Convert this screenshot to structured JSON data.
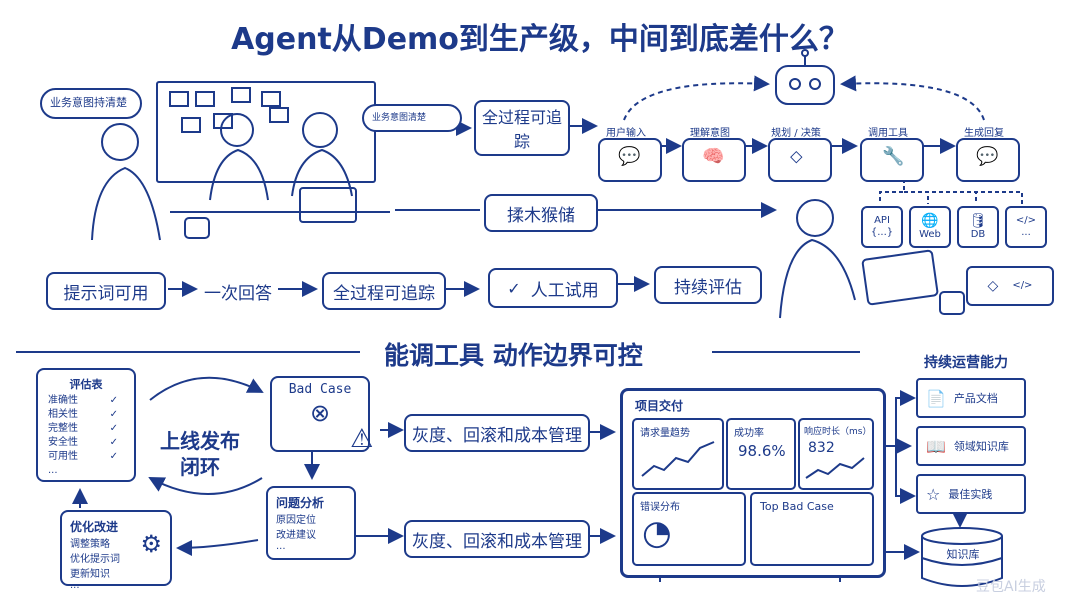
{
  "title": "Agent从Demo到生产级，中间到底差什么？",
  "sections": {
    "middle": "能调工具   动作边界可控"
  },
  "top_left": {
    "bubble_left": "业务意图持清楚",
    "bubble_middle": "业务意图清楚",
    "box_trace": "全过程可追踪",
    "box_blurry": "揉木猴储"
  },
  "flow_nodes": [
    {
      "label": "用户输入",
      "icon": "chat-icon"
    },
    {
      "label": "理解意图",
      "icon": "brain-icon"
    },
    {
      "label": "规划 / 决策",
      "icon": "flowchart-icon"
    },
    {
      "label": "调用工具",
      "icon": "wrench-icon"
    },
    {
      "label": "生成回复",
      "icon": "chat-icon"
    }
  ],
  "tools": [
    {
      "label": "API",
      "sub": "{...}"
    },
    {
      "label": "Web",
      "sub": ""
    },
    {
      "label": "DB",
      "sub": ""
    },
    {
      "label": "...",
      "sub": ""
    }
  ],
  "pipeline": [
    "提示词可用",
    "一次回答",
    "全过程可追踪",
    "人工试用",
    "持续评估"
  ],
  "bottom_left": {
    "eval_title": "评估表",
    "eval_items": [
      "准确性",
      "相关性",
      "完整性",
      "安全性",
      "可用性",
      "..."
    ],
    "cycle_label_1": "上线发布",
    "cycle_label_2": "闭环",
    "bad_case_title": "Bad Case",
    "analysis_title": "问题分析",
    "analysis_items": [
      "原因定位",
      "改进建议",
      "..."
    ],
    "optimize_title": "优化改进",
    "optimize_items": [
      "调整策略",
      "优化提示词",
      "更新知识",
      "..."
    ],
    "flow_box_1": "灰度、回滚和成本管理",
    "flow_box_2": "灰度、回滚和成本管理"
  },
  "dashboard": {
    "title": "项目交付",
    "trend_title": "请求量趋势",
    "success_title": "成功率",
    "success_value": "98.6%",
    "latency_title": "响应时长（ms）",
    "latency_value": "832",
    "error_title": "错误分布",
    "bad_case_title": "Top Bad Case"
  },
  "right_panel": {
    "title": "持续运营能力",
    "items": [
      "产品文档",
      "领域知识库",
      "最佳实践"
    ],
    "kb_label": "知识库"
  },
  "watermark": "豆包AI生成"
}
